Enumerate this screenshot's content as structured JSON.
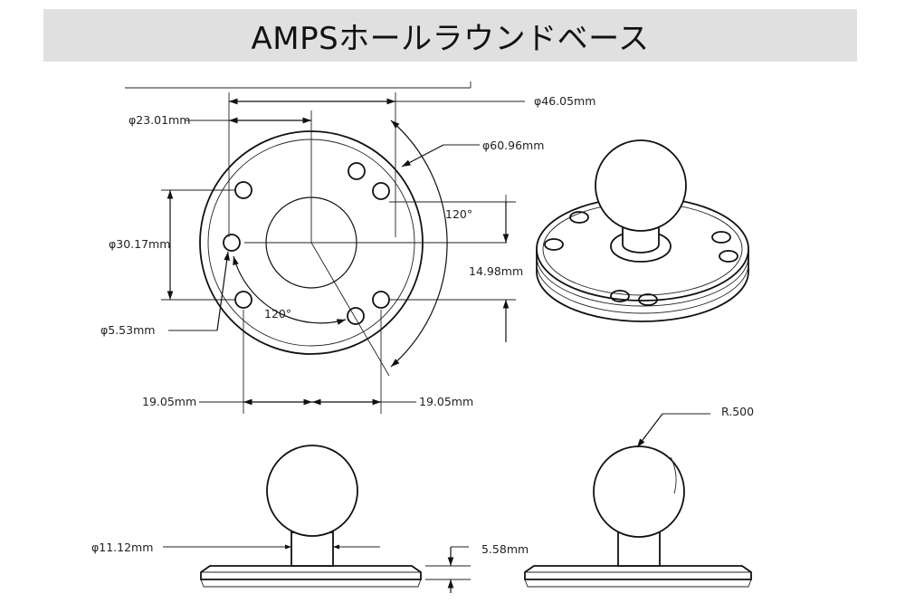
{
  "title": "AMPSホールラウンドベース",
  "dimensions": {
    "d_46_05": "φ46.05mm",
    "d_23_01": "φ23.01mm",
    "d_60_96": "φ60.96mm",
    "angle_top": "120°",
    "d_30_17": "φ30.17mm",
    "d_14_98": "14.98mm",
    "angle_bottom": "120°",
    "d_5_53": "φ5.53mm",
    "d_19_05_left": "19.05mm",
    "d_19_05_right": "19.05mm",
    "r_500": "R.500",
    "d_11_12": "φ11.12mm",
    "d_5_58": "5.58mm"
  }
}
